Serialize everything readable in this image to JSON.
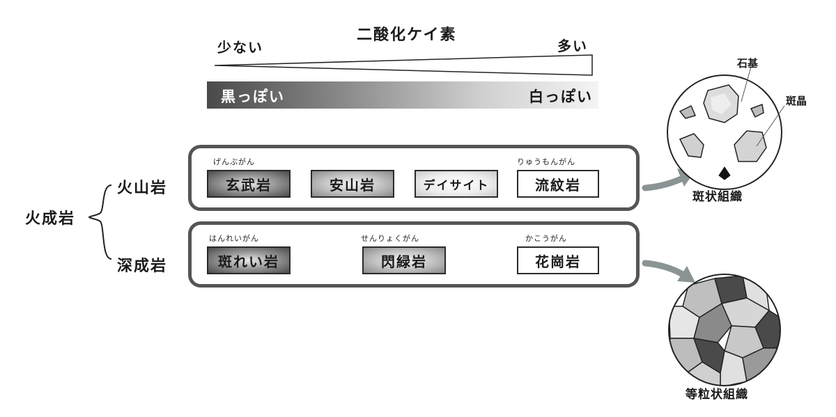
{
  "silica": {
    "title": "二酸化ケイ素",
    "less": "少ない",
    "more": "多い"
  },
  "color_scale": {
    "dark": "黒っぽい",
    "white": "白っぽい"
  },
  "classification": {
    "root": "火成岩",
    "volcanic": {
      "label": "火山岩",
      "rocks": [
        {
          "name": "玄武岩",
          "reading": "げんぶがん"
        },
        {
          "name": "安山岩",
          "reading": ""
        },
        {
          "name": "デイサイト",
          "reading": ""
        },
        {
          "name": "流紋岩",
          "reading": "りゅうもんがん"
        }
      ]
    },
    "plutonic": {
      "label": "深成岩",
      "rocks": [
        {
          "name": "斑れい岩",
          "reading": "はんれいがん"
        },
        {
          "name": "閃緑岩",
          "reading": "せんりょくがん"
        },
        {
          "name": "花崗岩",
          "reading": "かこうがん"
        }
      ]
    }
  },
  "textures": {
    "porphyritic": {
      "label": "斑状組織",
      "groundmass": "石基",
      "phenocryst": "斑晶"
    },
    "equigranular": {
      "label": "等粒状組織"
    }
  },
  "colors": {
    "outline": "#555555",
    "arrow": "#8a9494",
    "ink": "#1a1a1a"
  }
}
